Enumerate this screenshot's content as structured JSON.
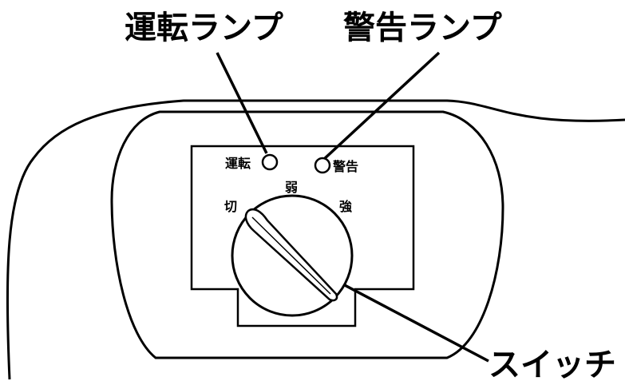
{
  "callouts": {
    "run_lamp": "運転ランプ",
    "warning_lamp": "警告ランプ",
    "switch": "スイッチ"
  },
  "panel": {
    "run_label": "運転",
    "warning_label": "警告",
    "positions": {
      "off": "切",
      "weak": "弱",
      "strong": "強"
    }
  },
  "colors": {
    "line": "#000000",
    "background": "#ffffff"
  }
}
